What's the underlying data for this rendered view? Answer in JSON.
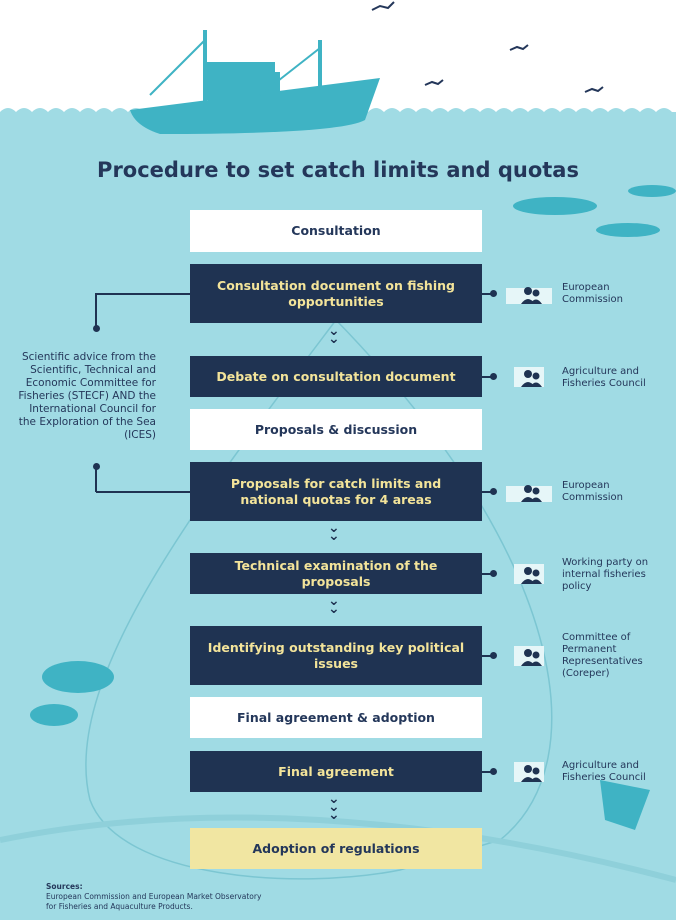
{
  "title": "Procedure to set catch limits and quotas",
  "steps": [
    {
      "label": "Consultation",
      "kind": "section"
    },
    {
      "label": "Consultation document on fishing opportunities",
      "kind": "step",
      "actor": "European Commission"
    },
    {
      "label": "Debate on consultation document",
      "kind": "step",
      "actor": "Agriculture and Fisheries Council"
    },
    {
      "label": "Proposals & discussion",
      "kind": "section"
    },
    {
      "label": "Proposals for catch limits and national quotas for 4 areas",
      "kind": "step",
      "actor": "European Commission"
    },
    {
      "label": "Technical examination of the proposals",
      "kind": "step",
      "actor": "Working party on internal fisheries policy"
    },
    {
      "label": "Identifying outstanding key political issues",
      "kind": "step",
      "actor": "Committee of Permanent Representatives (Coreper)"
    },
    {
      "label": "Final agreement & adoption",
      "kind": "section"
    },
    {
      "label": "Final agreement",
      "kind": "step",
      "actor": "Agriculture and Fisheries Council"
    },
    {
      "label": "Adoption of regulations",
      "kind": "final"
    }
  ],
  "scientific_advice": "Scientific advice from the Scientific, Technical and Economic Committee for Fisheries (STECF) AND the International Council for the Exploration of the Sea (ICES)",
  "sources_heading": "Sources:",
  "sources_text": "European Commission and European Market Observatory for Fisheries and Aquaculture Products."
}
